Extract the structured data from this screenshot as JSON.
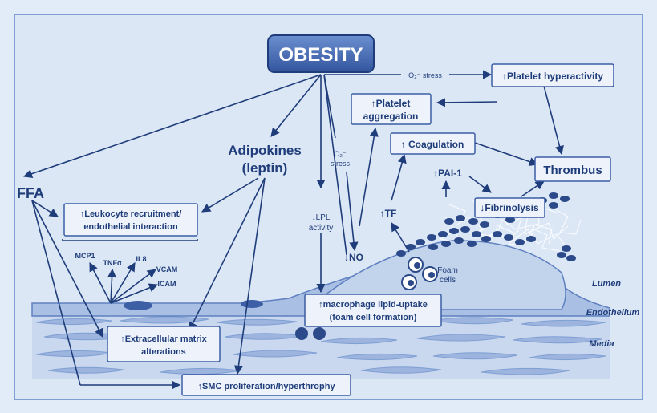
{
  "title": "OBESITY",
  "nodes": {
    "o2_stress_top": "O₂⁻ stress",
    "platelet_hyper": "↑Platelet hyperactivity",
    "platelet_agg_1": "↑Platelet",
    "platelet_agg_2": "aggregation",
    "coagulation": "↑ Coagulation",
    "thrombus": "Thrombus",
    "pai1": "↑PAI-1",
    "fibrinolysis": "↓Fibrinolysis",
    "adipokines_1": "Adipokines",
    "adipokines_2": "(leptin)",
    "o2_stress_mid_1": "O₂⁻",
    "o2_stress_mid_2": "stress",
    "ffa": "FFA",
    "leukocyte_1": "↑Leukocyte recruitment/",
    "leukocyte_2": "endothelial interaction",
    "lpl_1": "↓LPL",
    "lpl_2": "activity",
    "no": "↓NO",
    "tf": "↑TF",
    "foam_1": "Foam",
    "foam_2": "cells",
    "mcp1": "MCP1",
    "tnfa": "TNFα",
    "il8": "IL8",
    "vcam": "VCAM",
    "icam": "ICAM",
    "macrophage_1": "↑macrophage lipid-uptake",
    "macrophage_2": "(foam cell formation)",
    "ecm_1": "↑Extracellular matrix",
    "ecm_2": "alterations",
    "smc": "↑SMC proliferation/hyperthrophy",
    "lumen": "Lumen",
    "endothelium": "Endothelium",
    "media": "Media"
  },
  "colors": {
    "background": "#e2ecf8",
    "frame": "#7f9fd3",
    "ink": "#1f3d7a",
    "box_fill": "#eef3fb",
    "title_fill": "#4a6fb8",
    "plaque_fill": "#c2d3ec",
    "cell_fill": "#8aa6d6",
    "clot_fill": "#2c4a8a"
  }
}
